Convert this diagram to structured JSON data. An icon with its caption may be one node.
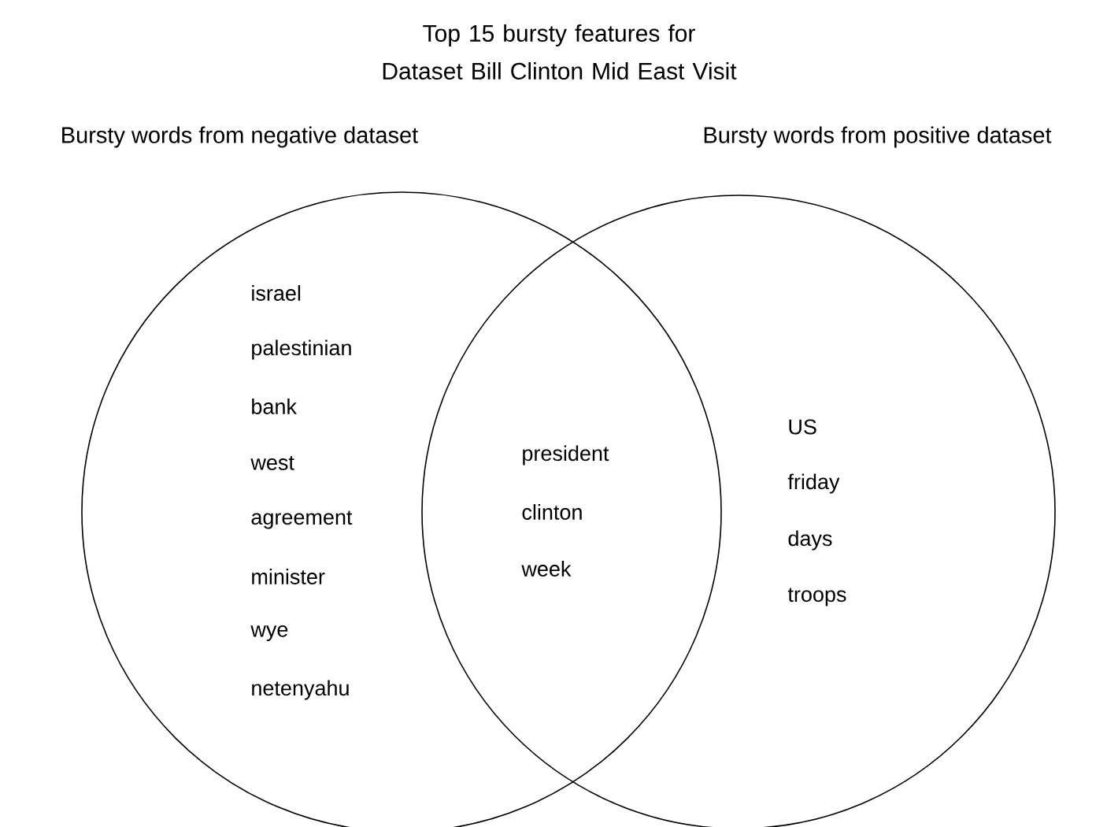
{
  "diagram": {
    "title": "Top 15 bursty features for Dataset Bill Clinton Mid East Visit",
    "nodes": [
      {
        "text": [
          "Bursty words from negative dataset"
        ]
      },
      {
        "text": [
          "Bursty words from positive dataset"
        ]
      }
    ],
    "labels": [
      "israel",
      "palestinian",
      "bank",
      "west",
      "agreement",
      "minister",
      "wye",
      "netenyahu",
      "president",
      "clinton",
      "week",
      "US",
      "friday",
      "days",
      "troops"
    ]
  }
}
